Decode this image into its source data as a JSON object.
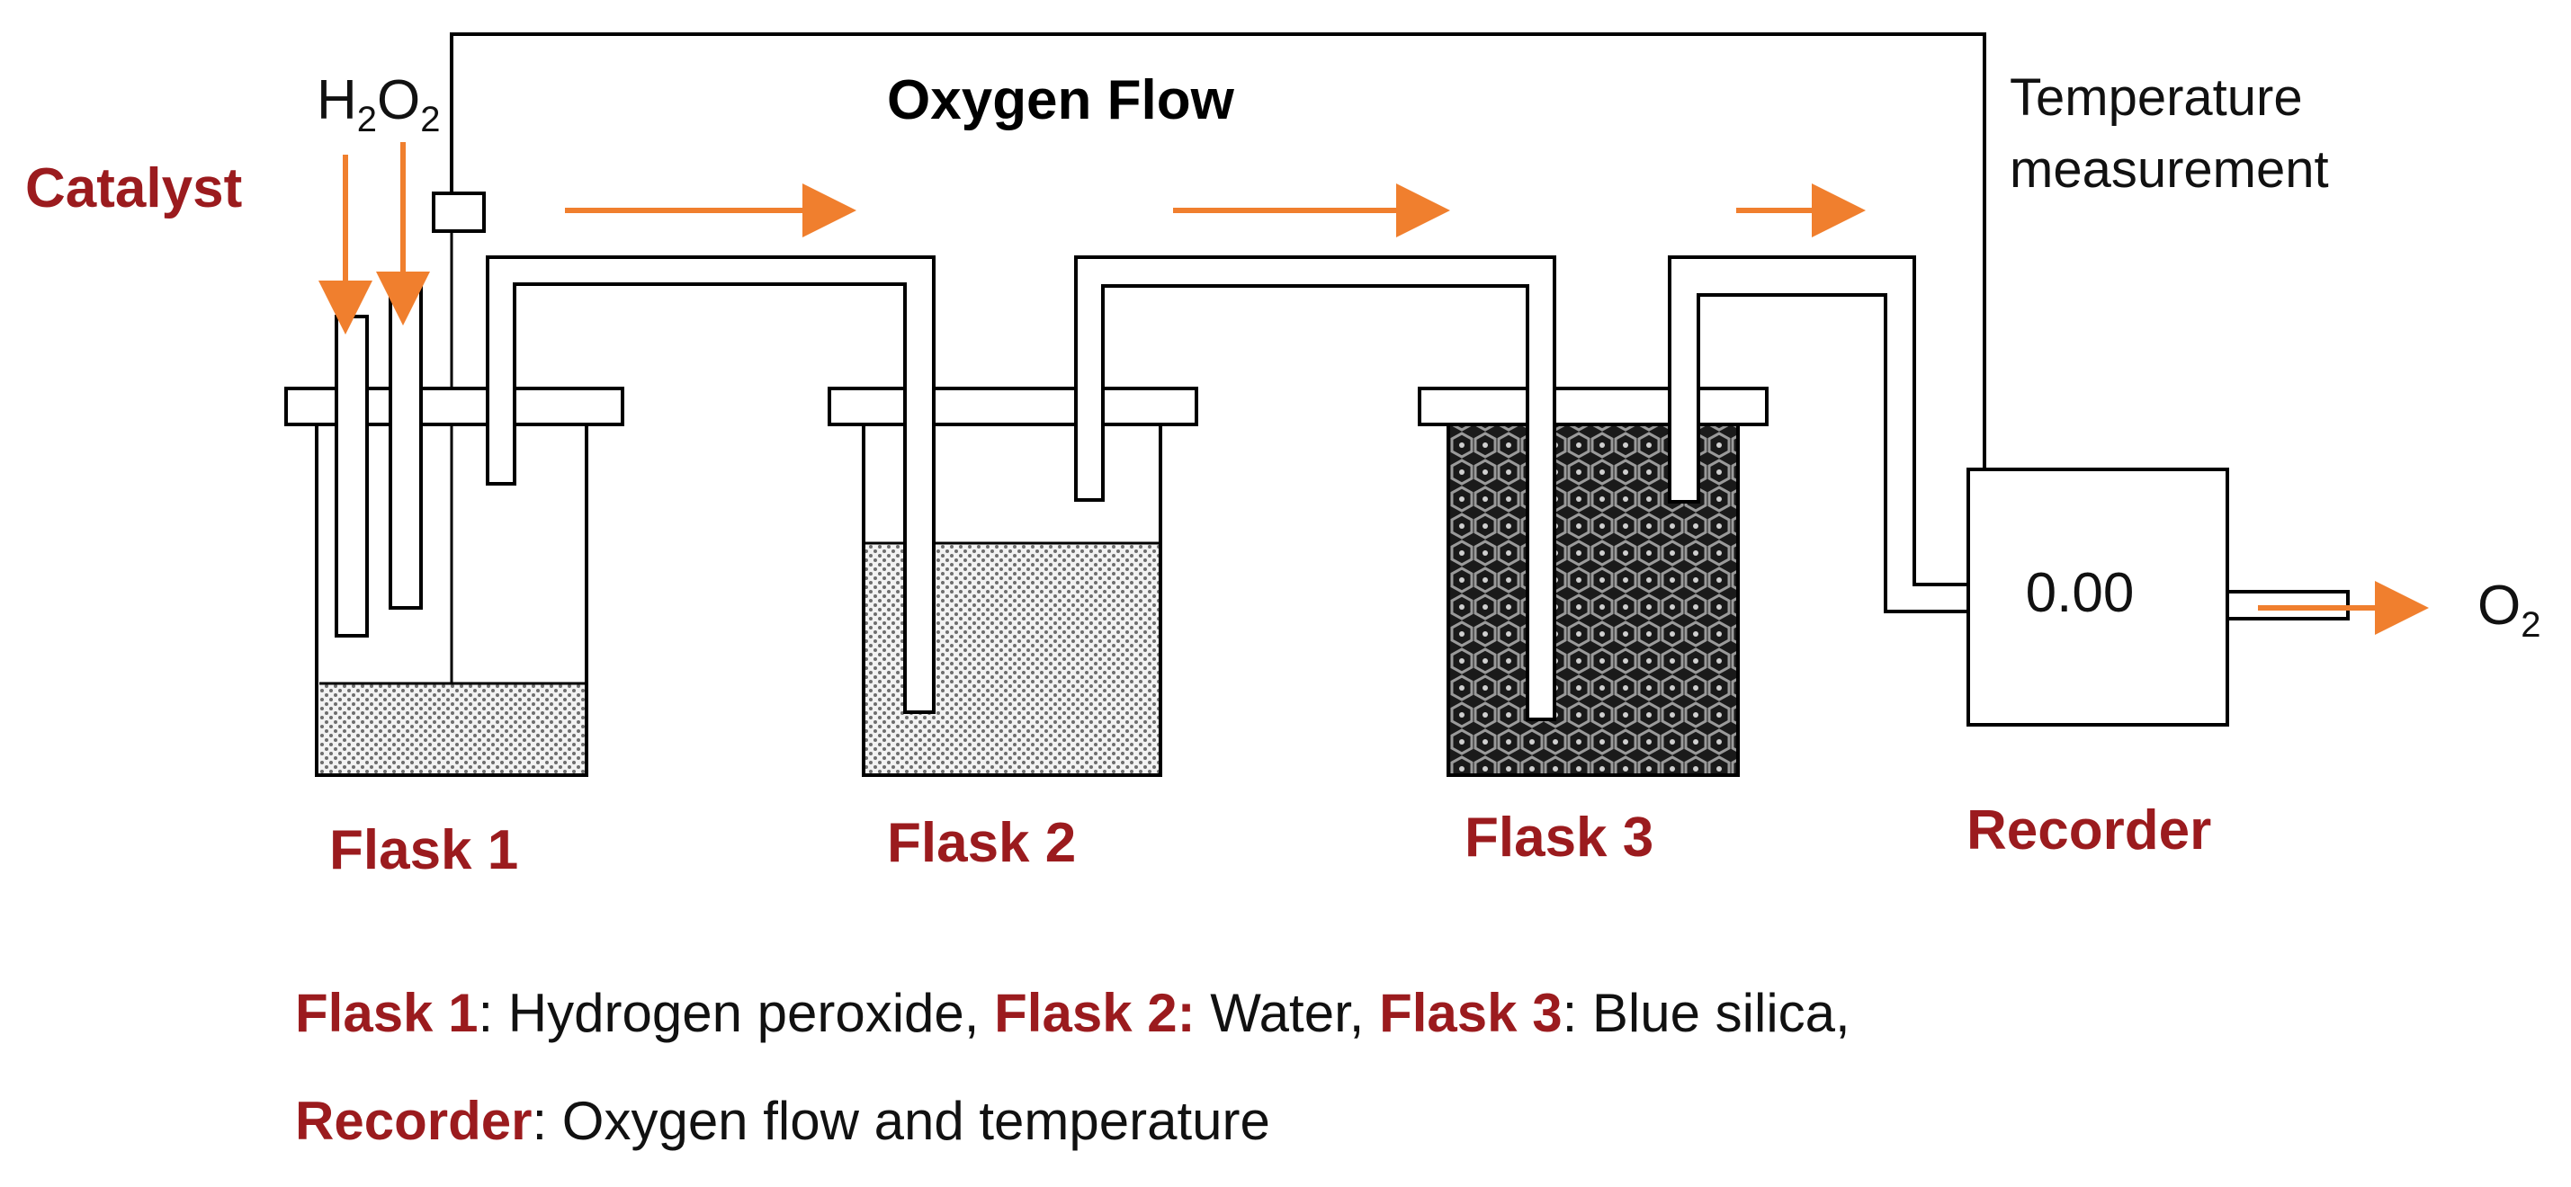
{
  "labels": {
    "catalyst": "Catalyst",
    "h2o2": {
      "main": "H",
      "sub": "2",
      "main2": "O",
      "sub2": "2"
    },
    "oxygen_flow": "Oxygen Flow",
    "temperature_line1": "Temperature",
    "temperature_line2": "measurement",
    "flask1": "Flask 1",
    "flask2": "Flask 2",
    "flask3": "Flask 3",
    "recorder": "Recorder",
    "recorder_display": "0.00",
    "o2": {
      "main": "O",
      "sub": "2"
    }
  },
  "caption": {
    "line1": [
      {
        "key": "Flask 1",
        "text": ": Hydrogen peroxide, "
      },
      {
        "key": "Flask 2:",
        "text": " Water, "
      },
      {
        "key": "Flask 3",
        "text": ": Blue silica,"
      }
    ],
    "line2": [
      {
        "key": "Recorder",
        "text": ": Oxygen flow and temperature"
      }
    ]
  },
  "colors": {
    "accent_red": "#9b1b1e",
    "arrow_orange": "#f07f2e",
    "line": "#000000"
  }
}
